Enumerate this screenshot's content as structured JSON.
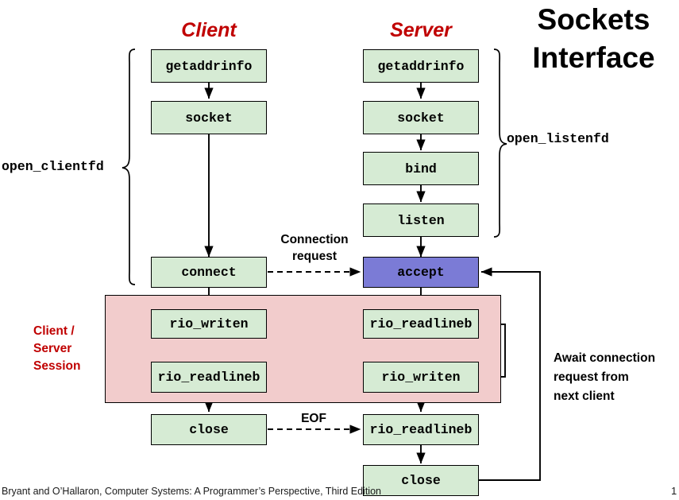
{
  "slide": {
    "title_line1": "Sockets",
    "title_line2": "Interface",
    "footer": "Bryant and O’Hallaron, Computer Systems: A Programmer’s Perspective, Third Edition",
    "page_number": "1"
  },
  "columns": {
    "client_title": "Client",
    "server_title": "Server"
  },
  "colors": {
    "node_fill": "#d6ebd4",
    "accept_fill": "#7b7bd6",
    "session_fill": "#f2cccc",
    "accent_red": "#c00000",
    "stroke": "#000000"
  },
  "client_nodes": [
    {
      "id": "client-getaddrinfo",
      "label": "getaddrinfo"
    },
    {
      "id": "client-socket",
      "label": "socket"
    },
    {
      "id": "client-connect",
      "label": "connect"
    },
    {
      "id": "client-rio-writen",
      "label": "rio_writen"
    },
    {
      "id": "client-rio-readlineb",
      "label": "rio_readlineb"
    },
    {
      "id": "client-close",
      "label": "close"
    }
  ],
  "server_nodes": [
    {
      "id": "server-getaddrinfo",
      "label": "getaddrinfo"
    },
    {
      "id": "server-socket",
      "label": "socket"
    },
    {
      "id": "server-bind",
      "label": "bind"
    },
    {
      "id": "server-listen",
      "label": "listen"
    },
    {
      "id": "server-accept",
      "label": "accept"
    },
    {
      "id": "server-rio-readlineb",
      "label": "rio_readlineb"
    },
    {
      "id": "server-rio-writen",
      "label": "rio_writen"
    },
    {
      "id": "server-rio-readlineb-eof",
      "label": "rio_readlineb"
    },
    {
      "id": "server-close",
      "label": "close"
    }
  ],
  "annotations": {
    "open_clientfd": "open_clientfd",
    "open_listenfd": "open_listenfd",
    "connection_request_line1": "Connection",
    "connection_request_line2": "request",
    "eof": "EOF",
    "session_line1": "Client /",
    "session_line2": "Server",
    "session_line3": "Session",
    "await_line1": "Await connection",
    "await_line2": "request from",
    "await_line3": "next client"
  },
  "chart_data": {
    "type": "diagram",
    "title": "Sockets Interface",
    "description": "Client/server socket call sequence flowchart",
    "lanes": [
      "Client",
      "Server"
    ],
    "client_sequence": [
      "getaddrinfo",
      "socket",
      "connect",
      "rio_writen",
      "rio_readlineb",
      "close"
    ],
    "server_sequence": [
      "getaddrinfo",
      "socket",
      "bind",
      "listen",
      "accept",
      "rio_readlineb",
      "rio_writen",
      "rio_readlineb",
      "close"
    ],
    "groupings": [
      {
        "name": "open_clientfd",
        "lane": "Client",
        "covers": [
          "getaddrinfo",
          "socket",
          "connect"
        ]
      },
      {
        "name": "open_listenfd",
        "lane": "Server",
        "covers": [
          "getaddrinfo",
          "socket",
          "bind",
          "listen"
        ]
      },
      {
        "name": "Client / Server Session",
        "lane": "both",
        "covers": [
          "rio_writen",
          "rio_readlineb",
          "rio_readlineb",
          "rio_writen"
        ]
      }
    ],
    "cross_edges": [
      {
        "from": "client connect",
        "to": "server accept",
        "label": "Connection request",
        "style": "dashed"
      },
      {
        "from": "client rio_writen",
        "to": "server rio_readlineb",
        "label": "",
        "style": "solid"
      },
      {
        "from": "server rio_writen",
        "to": "client rio_readlineb",
        "label": "",
        "style": "solid"
      },
      {
        "from": "client close",
        "to": "server rio_readlineb",
        "label": "EOF",
        "style": "dashed"
      },
      {
        "from": "server close",
        "to": "server accept",
        "label": "Await connection request from next client",
        "style": "solid"
      }
    ]
  }
}
